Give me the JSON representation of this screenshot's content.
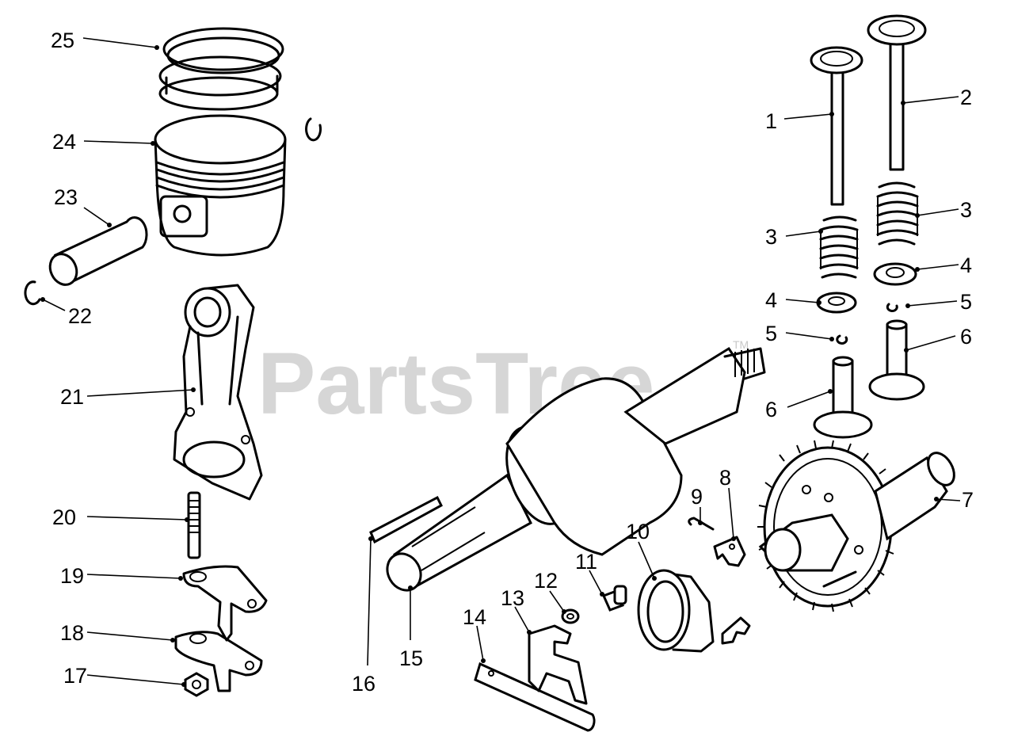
{
  "watermark": {
    "text": "PartsTree",
    "tm": "TM"
  },
  "callouts": [
    {
      "id": "c1",
      "label": "1"
    },
    {
      "id": "c2",
      "label": "2"
    },
    {
      "id": "c3a",
      "label": "3"
    },
    {
      "id": "c3b",
      "label": "3"
    },
    {
      "id": "c4a",
      "label": "4"
    },
    {
      "id": "c4b",
      "label": "4"
    },
    {
      "id": "c5a",
      "label": "5"
    },
    {
      "id": "c5b",
      "label": "5"
    },
    {
      "id": "c6a",
      "label": "6"
    },
    {
      "id": "c6b",
      "label": "6"
    },
    {
      "id": "c7",
      "label": "7"
    },
    {
      "id": "c8",
      "label": "8"
    },
    {
      "id": "c9",
      "label": "9"
    },
    {
      "id": "c10",
      "label": "10"
    },
    {
      "id": "c11",
      "label": "11"
    },
    {
      "id": "c12",
      "label": "12"
    },
    {
      "id": "c13",
      "label": "13"
    },
    {
      "id": "c14",
      "label": "14"
    },
    {
      "id": "c15",
      "label": "15"
    },
    {
      "id": "c16",
      "label": "16"
    },
    {
      "id": "c17",
      "label": "17"
    },
    {
      "id": "c18",
      "label": "18"
    },
    {
      "id": "c19",
      "label": "19"
    },
    {
      "id": "c20",
      "label": "20"
    },
    {
      "id": "c21",
      "label": "21"
    },
    {
      "id": "c22",
      "label": "22"
    },
    {
      "id": "c23",
      "label": "23"
    },
    {
      "id": "c24",
      "label": "24"
    },
    {
      "id": "c25",
      "label": "25"
    }
  ]
}
